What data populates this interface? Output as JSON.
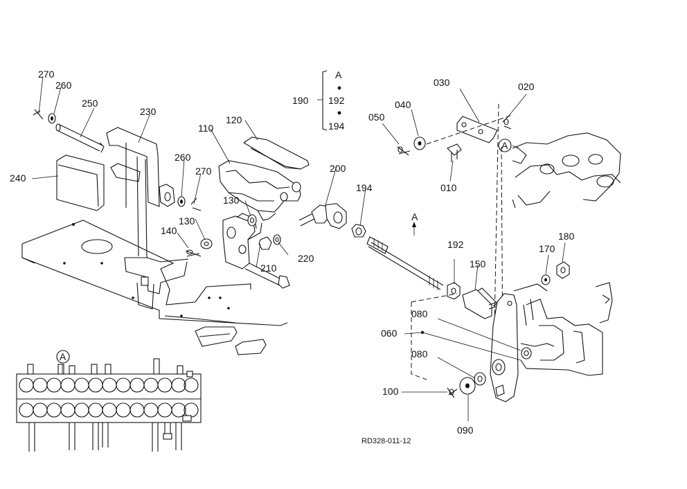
{
  "labels": {
    "l270a": "270",
    "l260a": "260",
    "l250": "250",
    "l230": "230",
    "l240": "240",
    "l260b": "260",
    "l270b": "270",
    "l130a": "130",
    "l130b": "130",
    "l140": "140",
    "l110": "110",
    "l120": "120",
    "l210": "210",
    "l220": "220",
    "l190": "190",
    "l192a": "192",
    "l194a": "194",
    "lA1": "A",
    "l200": "200",
    "l194b": "194",
    "lA2": "A",
    "l192b": "192",
    "l150": "150",
    "l030": "030",
    "l020": "020",
    "l040": "040",
    "l050": "050",
    "l010": "010",
    "lA3": "A",
    "l170": "170",
    "l180": "180",
    "l080a": "080",
    "l060": "060",
    "l080b": "080",
    "l100": "100",
    "l090": "090",
    "lA4": "A"
  },
  "drawing_code": "RD328-011-12"
}
